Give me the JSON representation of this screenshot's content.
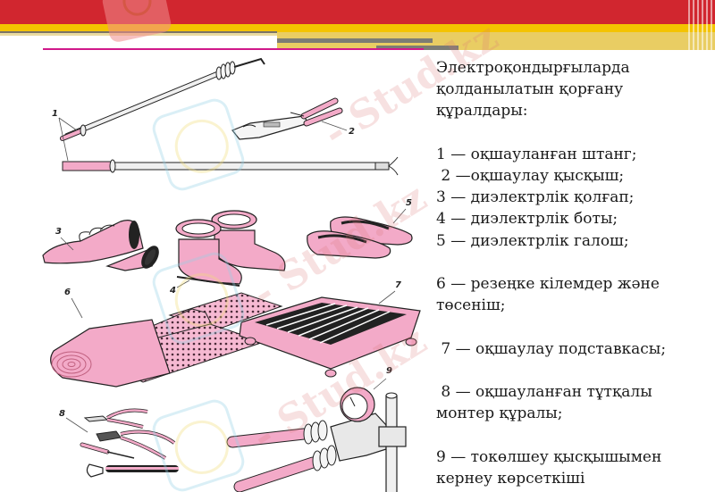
{
  "header": {
    "colors": {
      "red": "#d1262f",
      "yellow": "#f4c300",
      "gray": "#7c7c74",
      "accent_rule": "#d0198a"
    }
  },
  "watermark": {
    "text": "Stud.kz",
    "text_alt": "- Stud.kz"
  },
  "figure": {
    "labels": [
      "1",
      "2",
      "3",
      "4",
      "5",
      "6",
      "7",
      "8",
      "9"
    ],
    "items": [
      {
        "id": "1",
        "name": "insulating-rod"
      },
      {
        "id": "2",
        "name": "insulating-clamp"
      },
      {
        "id": "3",
        "name": "dielectric-gloves"
      },
      {
        "id": "4",
        "name": "dielectric-boots"
      },
      {
        "id": "5",
        "name": "dielectric-galoshes"
      },
      {
        "id": "6",
        "name": "rubber-mats"
      },
      {
        "id": "7",
        "name": "insulating-stand"
      },
      {
        "id": "8",
        "name": "insulated-tools"
      },
      {
        "id": "9",
        "name": "voltage-indicator"
      }
    ],
    "colors": {
      "pink": "#f3aac8",
      "outline": "#222222",
      "metal": "#e8e8e8"
    }
  },
  "caption": {
    "title_lines": [
      "Электроқондырғыларда",
      "қолданылатын қорғану",
      "құралдары:"
    ],
    "items": [
      {
        "lines": [
          "1 — оқшауланған штанг;"
        ]
      },
      {
        "lines": [
          " 2 —оқшаулау қысқыш;"
        ]
      },
      {
        "lines": [
          "3 — диэлектрлік қолғап;"
        ]
      },
      {
        "lines": [
          "4 — диэлектрлік боты;"
        ]
      },
      {
        "lines": [
          "5 — диэлектрлік галош;"
        ]
      },
      {
        "lines": [
          "6 — резеңке кілемдер және",
          "төсеніш;"
        ]
      },
      {
        "lines": [
          " 7 — оқшаулау подставкасы;"
        ]
      },
      {
        "lines": [
          " 8 — оқшауланған тұтқалы",
          "монтер құралы;"
        ]
      },
      {
        "lines": [
          "9 — токөлшеу қысқышымен",
          "кернеу көрсеткіші"
        ]
      }
    ]
  }
}
